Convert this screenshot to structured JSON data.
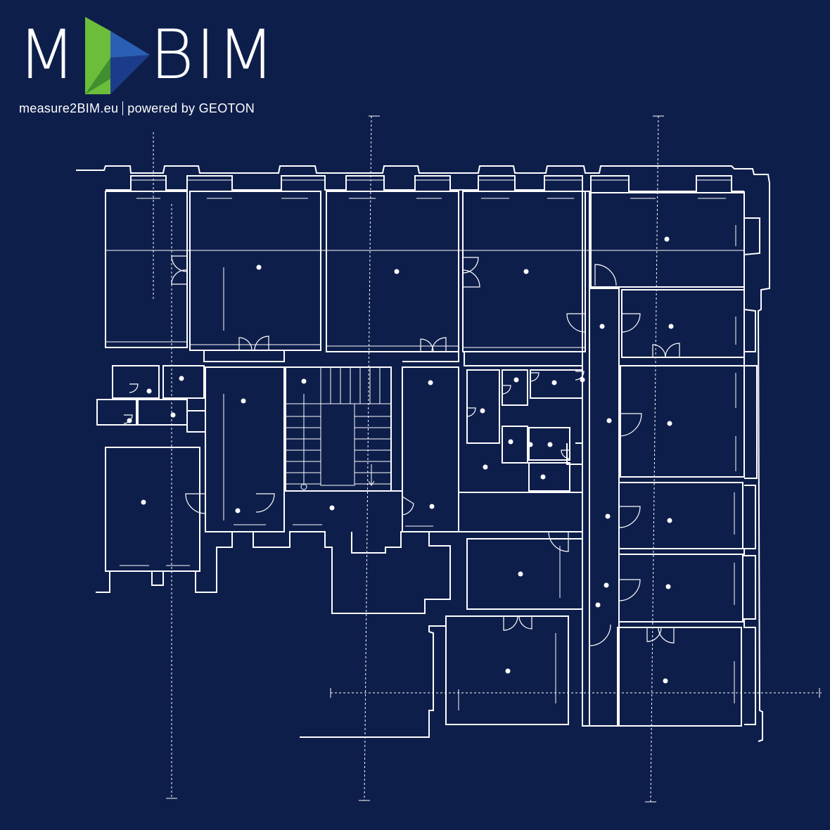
{
  "logo": {
    "left_text": "M",
    "right_text": "BIM",
    "tagline_site": "measure2BIM.eu",
    "tagline_powered": "powered by GEOTON",
    "colors": {
      "triangle_green": "#6cbd3a",
      "triangle_blue": "#2a5fb5",
      "triangle_dark": "#1c3b8a"
    }
  },
  "colors": {
    "background": "#0e1e4b",
    "lines": "#ffffff"
  }
}
